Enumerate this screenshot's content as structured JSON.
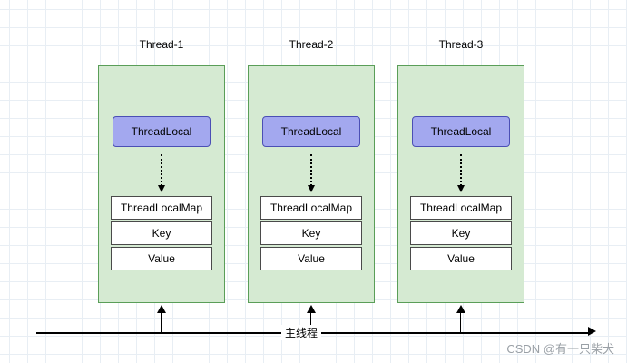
{
  "diagram": {
    "threads": [
      {
        "title": "Thread-1",
        "threadlocal_label": "ThreadLocal",
        "map_rows": [
          "ThreadLocalMap",
          "Key",
          "Value"
        ]
      },
      {
        "title": "Thread-2",
        "threadlocal_label": "ThreadLocal",
        "map_rows": [
          "ThreadLocalMap",
          "Key",
          "Value"
        ]
      },
      {
        "title": "Thread-3",
        "threadlocal_label": "ThreadLocal",
        "map_rows": [
          "ThreadLocalMap",
          "Key",
          "Value"
        ]
      }
    ],
    "main_line_label": "主线程",
    "watermark": "CSDN @有一只柴犬",
    "colors": {
      "thread_fill": "#d5ead2",
      "thread_border": "#5a9e58",
      "threadlocal_fill": "#a3a8ef",
      "threadlocal_border": "#4b4fb5",
      "cell_fill": "#ffffff",
      "cell_border": "#4a4a4a",
      "line": "#000000",
      "grid": "#e8eef4",
      "watermark": "#9aa0a6"
    }
  }
}
